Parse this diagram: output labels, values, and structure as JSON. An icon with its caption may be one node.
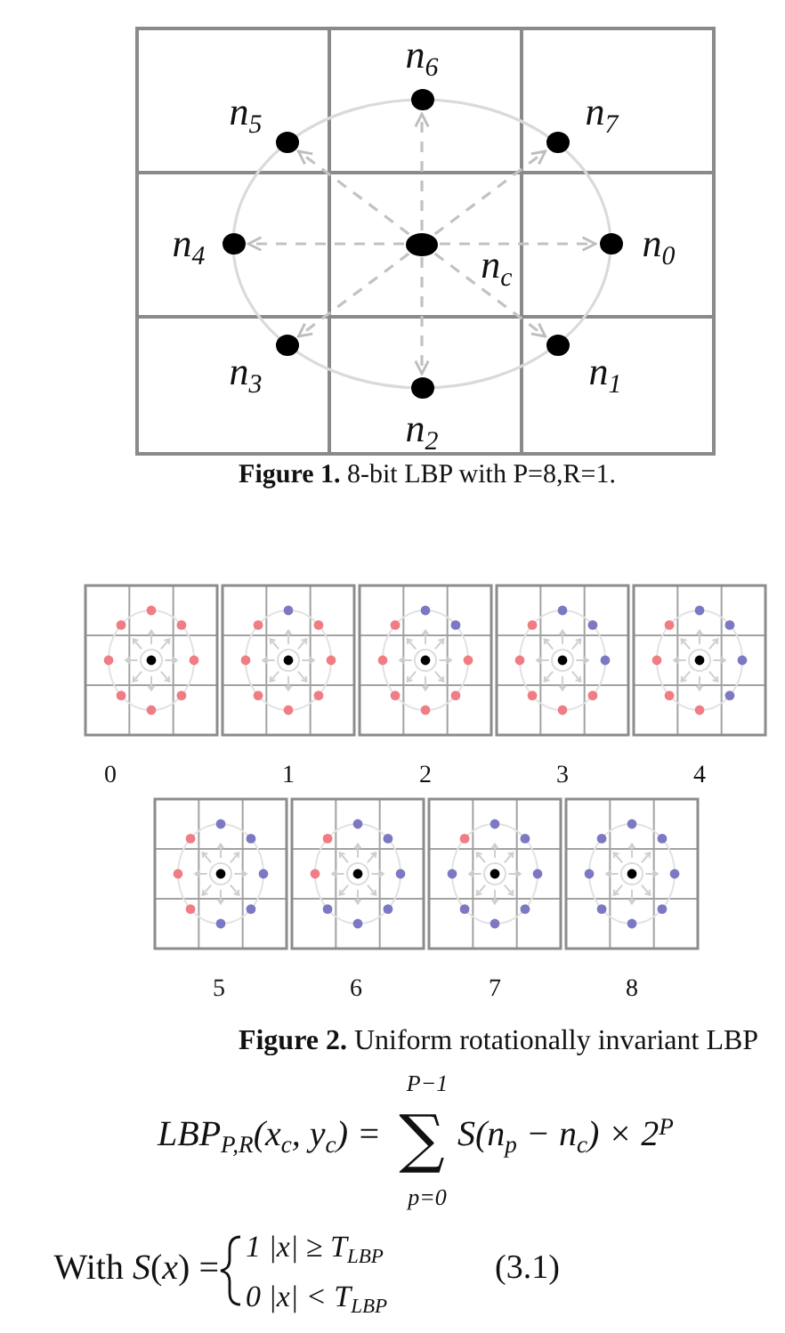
{
  "diagram": {
    "nodes": [
      {
        "text": [],
        "shape": "circle",
        "beside": [
          "n$_{6}$"
        ]
      },
      {
        "text": [],
        "shape": "circle",
        "beside": [
          "n$_{5}$"
        ]
      },
      {
        "text": [],
        "shape": "circle",
        "beside": [
          "n$_{7}$"
        ]
      },
      {
        "text": [],
        "shape": "circle",
        "beside": [
          "n$_{4}$"
        ]
      },
      {
        "text": [],
        "shape": "circle",
        "beside": [
          "n$_{c}$"
        ]
      },
      {
        "text": [],
        "shape": "circle",
        "beside": [
          "n$_{0}$"
        ]
      },
      {
        "text": [],
        "shape": "circle",
        "beside": [
          "n$_{3}$"
        ]
      },
      {
        "text": [],
        "shape": "circle",
        "beside": [
          "n$_{1}$"
        ]
      },
      {
        "text": [],
        "shape": "circle",
        "beside": [
          "n$_{2}$"
        ]
      }
    ],
    "edges": [
      {
        "from": 4,
        "to": 5,
        "arrow": "to",
        "style": "dashed"
      },
      {
        "from": 4,
        "to": 7,
        "arrow": "to",
        "style": "dashed"
      },
      {
        "from": 4,
        "to": 8,
        "arrow": "to",
        "style": "dashed"
      },
      {
        "from": 4,
        "to": 6,
        "arrow": "to",
        "style": "dashed"
      },
      {
        "from": 4,
        "to": 3,
        "arrow": "to",
        "style": "dashed"
      },
      {
        "from": 4,
        "to": 1,
        "arrow": "to",
        "style": "dashed"
      },
      {
        "from": 4,
        "to": 0,
        "arrow": "to",
        "style": "dashed"
      },
      {
        "from": 4,
        "to": 2,
        "arrow": "to",
        "style": "dashed"
      }
    ],
    "labels": [
      "**Figure 1.** 8-bit LBP with P=8,R=1.",
      "0",
      "1",
      "2",
      "3",
      "4",
      "5",
      "6",
      "7",
      "8",
      "**Figure 2.** Uniform rotationally invariant LBP",
      "P−1",
      "LBP$_{P,R}$(x$_{c}$, y$_{c}$) =",
      "∑",
      "S(n$_{p}$ − n$_{c}$) × 2$^{P}$",
      "p=0",
      "With *S*(*x*) =",
      "1 |x| ≥ T$_{LBP}$",
      "0 |x| < T$_{LBP}$",
      "(3.1)"
    ]
  }
}
